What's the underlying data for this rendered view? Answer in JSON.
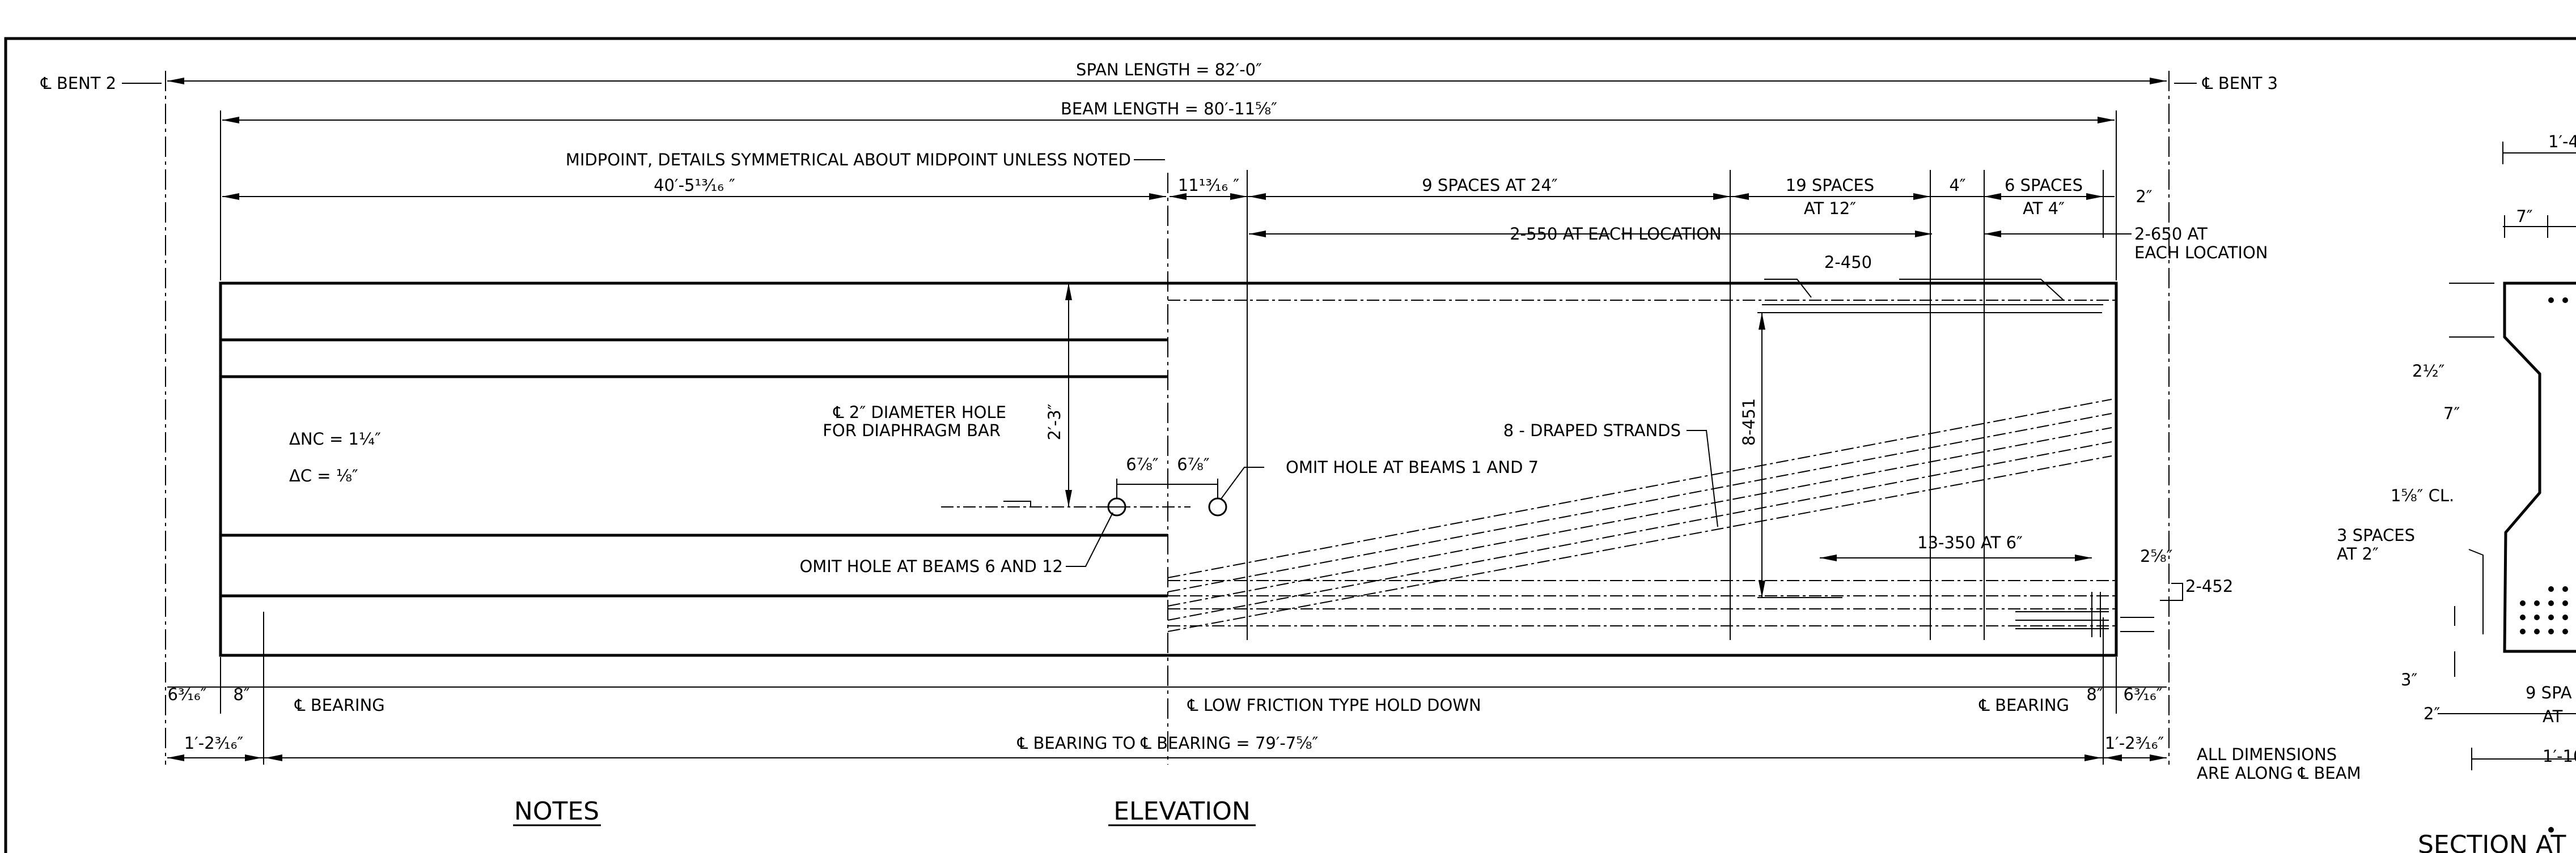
{
  "labels": {
    "bent_left": "℄ BENT 2",
    "bent_right": "℄ BENT 3",
    "span_length": "SPAN LENGTH = 82′-0″",
    "beam_length": "BEAM LENGTH = 80′-11⅝″",
    "midpoint_note": "MIDPOINT, DETAILS SYMMETRICAL ABOUT MIDPOINT UNLESS NOTED",
    "half_length": "40′-5¹³⁄₁₆ ″",
    "dim_11_13_16": "11¹³⁄₁₆ ″",
    "spaces_24": "9 SPACES AT 24″",
    "spaces_12_a": "19 SPACES",
    "spaces_12_b": "AT 12″",
    "dim_4": "4″",
    "spaces_4_a": "6 SPACES",
    "spaces_4_b": "AT 4″",
    "dim_2": "2″",
    "bar_550": "2-550 AT EACH LOCATION",
    "bar_650_a": "2-650 AT",
    "bar_650_b": "EACH LOCATION",
    "bar_450": "2-450",
    "delta_nc": "ΔNC = 1¼″",
    "delta_c": "ΔC  = ⅛″",
    "dim_2_3": "2′-3″",
    "hole_note_a": "℄ 2″ DIAMETER HOLE",
    "hole_note_b": "FOR DIAPHRAGM BAR",
    "dim_6_7_8_a": "6⅞″",
    "dim_6_7_8_b": "6⅞″",
    "omit_hole_1_7": "OMIT HOLE AT BEAMS 1 AND 7",
    "omit_hole_6_12": "OMIT HOLE AT BEAMS 6 AND 12",
    "draped_strands": "8 - DRAPED STRANDS",
    "bar_451": "8-451",
    "bar_350": "13-350 AT 6″",
    "dim_2_5_8": "2⅝″",
    "bar_452": "2-452",
    "dim_6_3_16_l": "6³⁄₁₆″",
    "dim_8_l": "8″",
    "bearing_l": "℄ BEARING",
    "hold_down": "℄ LOW FRICTION TYPE HOLD DOWN",
    "bearing_r": "℄ BEARING",
    "dim_8_r": "8″",
    "dim_6_3_16_r": "6³⁄₁₆″",
    "dim_1_2_l": "1′-2³⁄₁₆″",
    "bearing_to_bearing": "℄ BEARING TO ℄ BEARING = 79′-7⅝″",
    "dim_1_2_r": "1′-2³⁄₁₆″",
    "all_dims_a": "ALL DIMENSIONS",
    "all_dims_b": "ARE ALONG ℄ BEAM",
    "notes_title": "NOTES",
    "elevation_title": "ELEVATION",
    "sec_1_4": "1′-4",
    "sec_7_top": "7″",
    "sec_2_1_2": "2½″",
    "sec_7_mid": "7″",
    "sec_1_5_8": "1⅝″ CL.",
    "sec_3_spaces_a": "3 SPACES",
    "sec_3_spaces_b": "AT 2″",
    "sec_3": "3″",
    "sec_2": "2″",
    "sec_9_spa": "9 SPA",
    "sec_at": "AT",
    "sec_1_10": "1′-10",
    "section_title": "SECTION AT"
  }
}
